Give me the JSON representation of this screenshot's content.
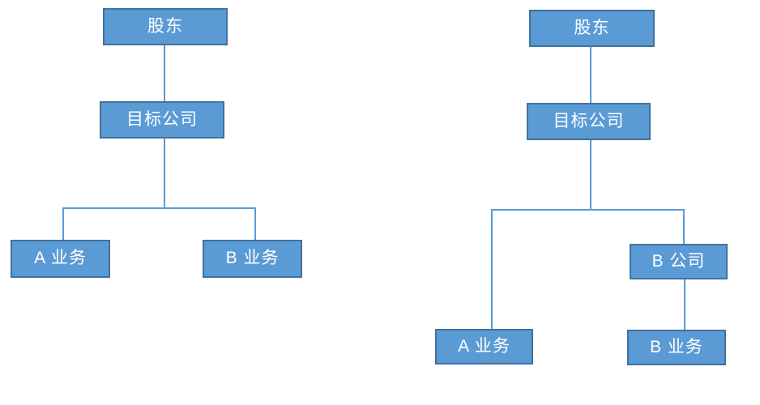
{
  "colors": {
    "node_fill": "#5b9bd5",
    "node_border": "#41719c",
    "connector": "#5b9bd5",
    "node_text": "#ffffff",
    "background": "#ffffff"
  },
  "left_chart": {
    "shareholder": "股东",
    "target_company": "目标公司",
    "business_a": "A 业务",
    "business_b": "B 业务"
  },
  "right_chart": {
    "shareholder": "股东",
    "target_company": "目标公司",
    "company_b": "B 公司",
    "business_a": "A 业务",
    "business_b": "B 业务"
  }
}
